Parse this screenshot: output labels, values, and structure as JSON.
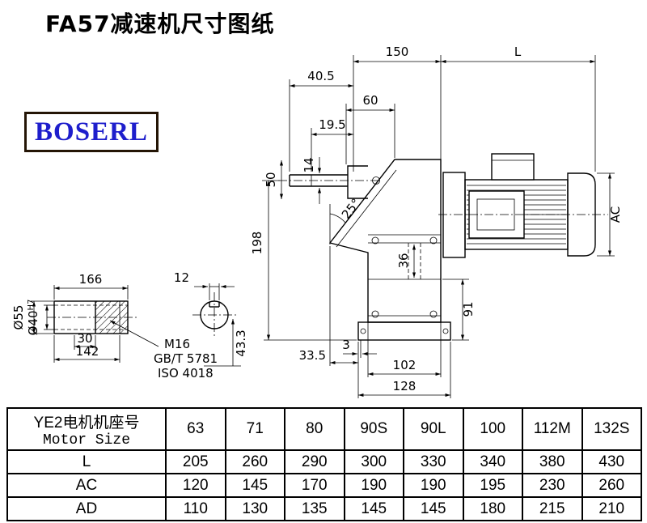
{
  "page": {
    "title": "FA57减速机尺寸图纸",
    "logo_text": "BOSERL"
  },
  "drawing": {
    "dims": {
      "w150": "150",
      "wL": "L",
      "w40_5": "40.5",
      "w60": "60",
      "w19_5": "19.5",
      "h14": "14",
      "h50": "50",
      "h198": "198",
      "a25": "25°",
      "hAC": "AC",
      "h36": "36",
      "h91": "91",
      "w3": "3",
      "w33_5": "33.5",
      "w102": "102",
      "w128": "128",
      "w166": "166",
      "w12": "12",
      "w30": "30",
      "w142": "142",
      "d55": "Ø55",
      "d40": "Ø40",
      "d40tol": "H7",
      "thread": "M16",
      "std1": "GB/T 5781",
      "std2": "ISO 4018",
      "h43_3": "43.3"
    }
  },
  "table": {
    "header_line1": "YE2电机机座号",
    "header_line2": "Motor Size",
    "motor_sizes": [
      "63",
      "71",
      "80",
      "90S",
      "90L",
      "100",
      "112M",
      "132S"
    ],
    "rows": [
      {
        "label": "L",
        "values": [
          "205",
          "260",
          "290",
          "300",
          "330",
          "340",
          "380",
          "430"
        ]
      },
      {
        "label": "AC",
        "values": [
          "120",
          "145",
          "170",
          "190",
          "190",
          "195",
          "230",
          "260"
        ]
      },
      {
        "label": "AD",
        "values": [
          "110",
          "130",
          "135",
          "145",
          "145",
          "180",
          "215",
          "210"
        ]
      }
    ]
  }
}
